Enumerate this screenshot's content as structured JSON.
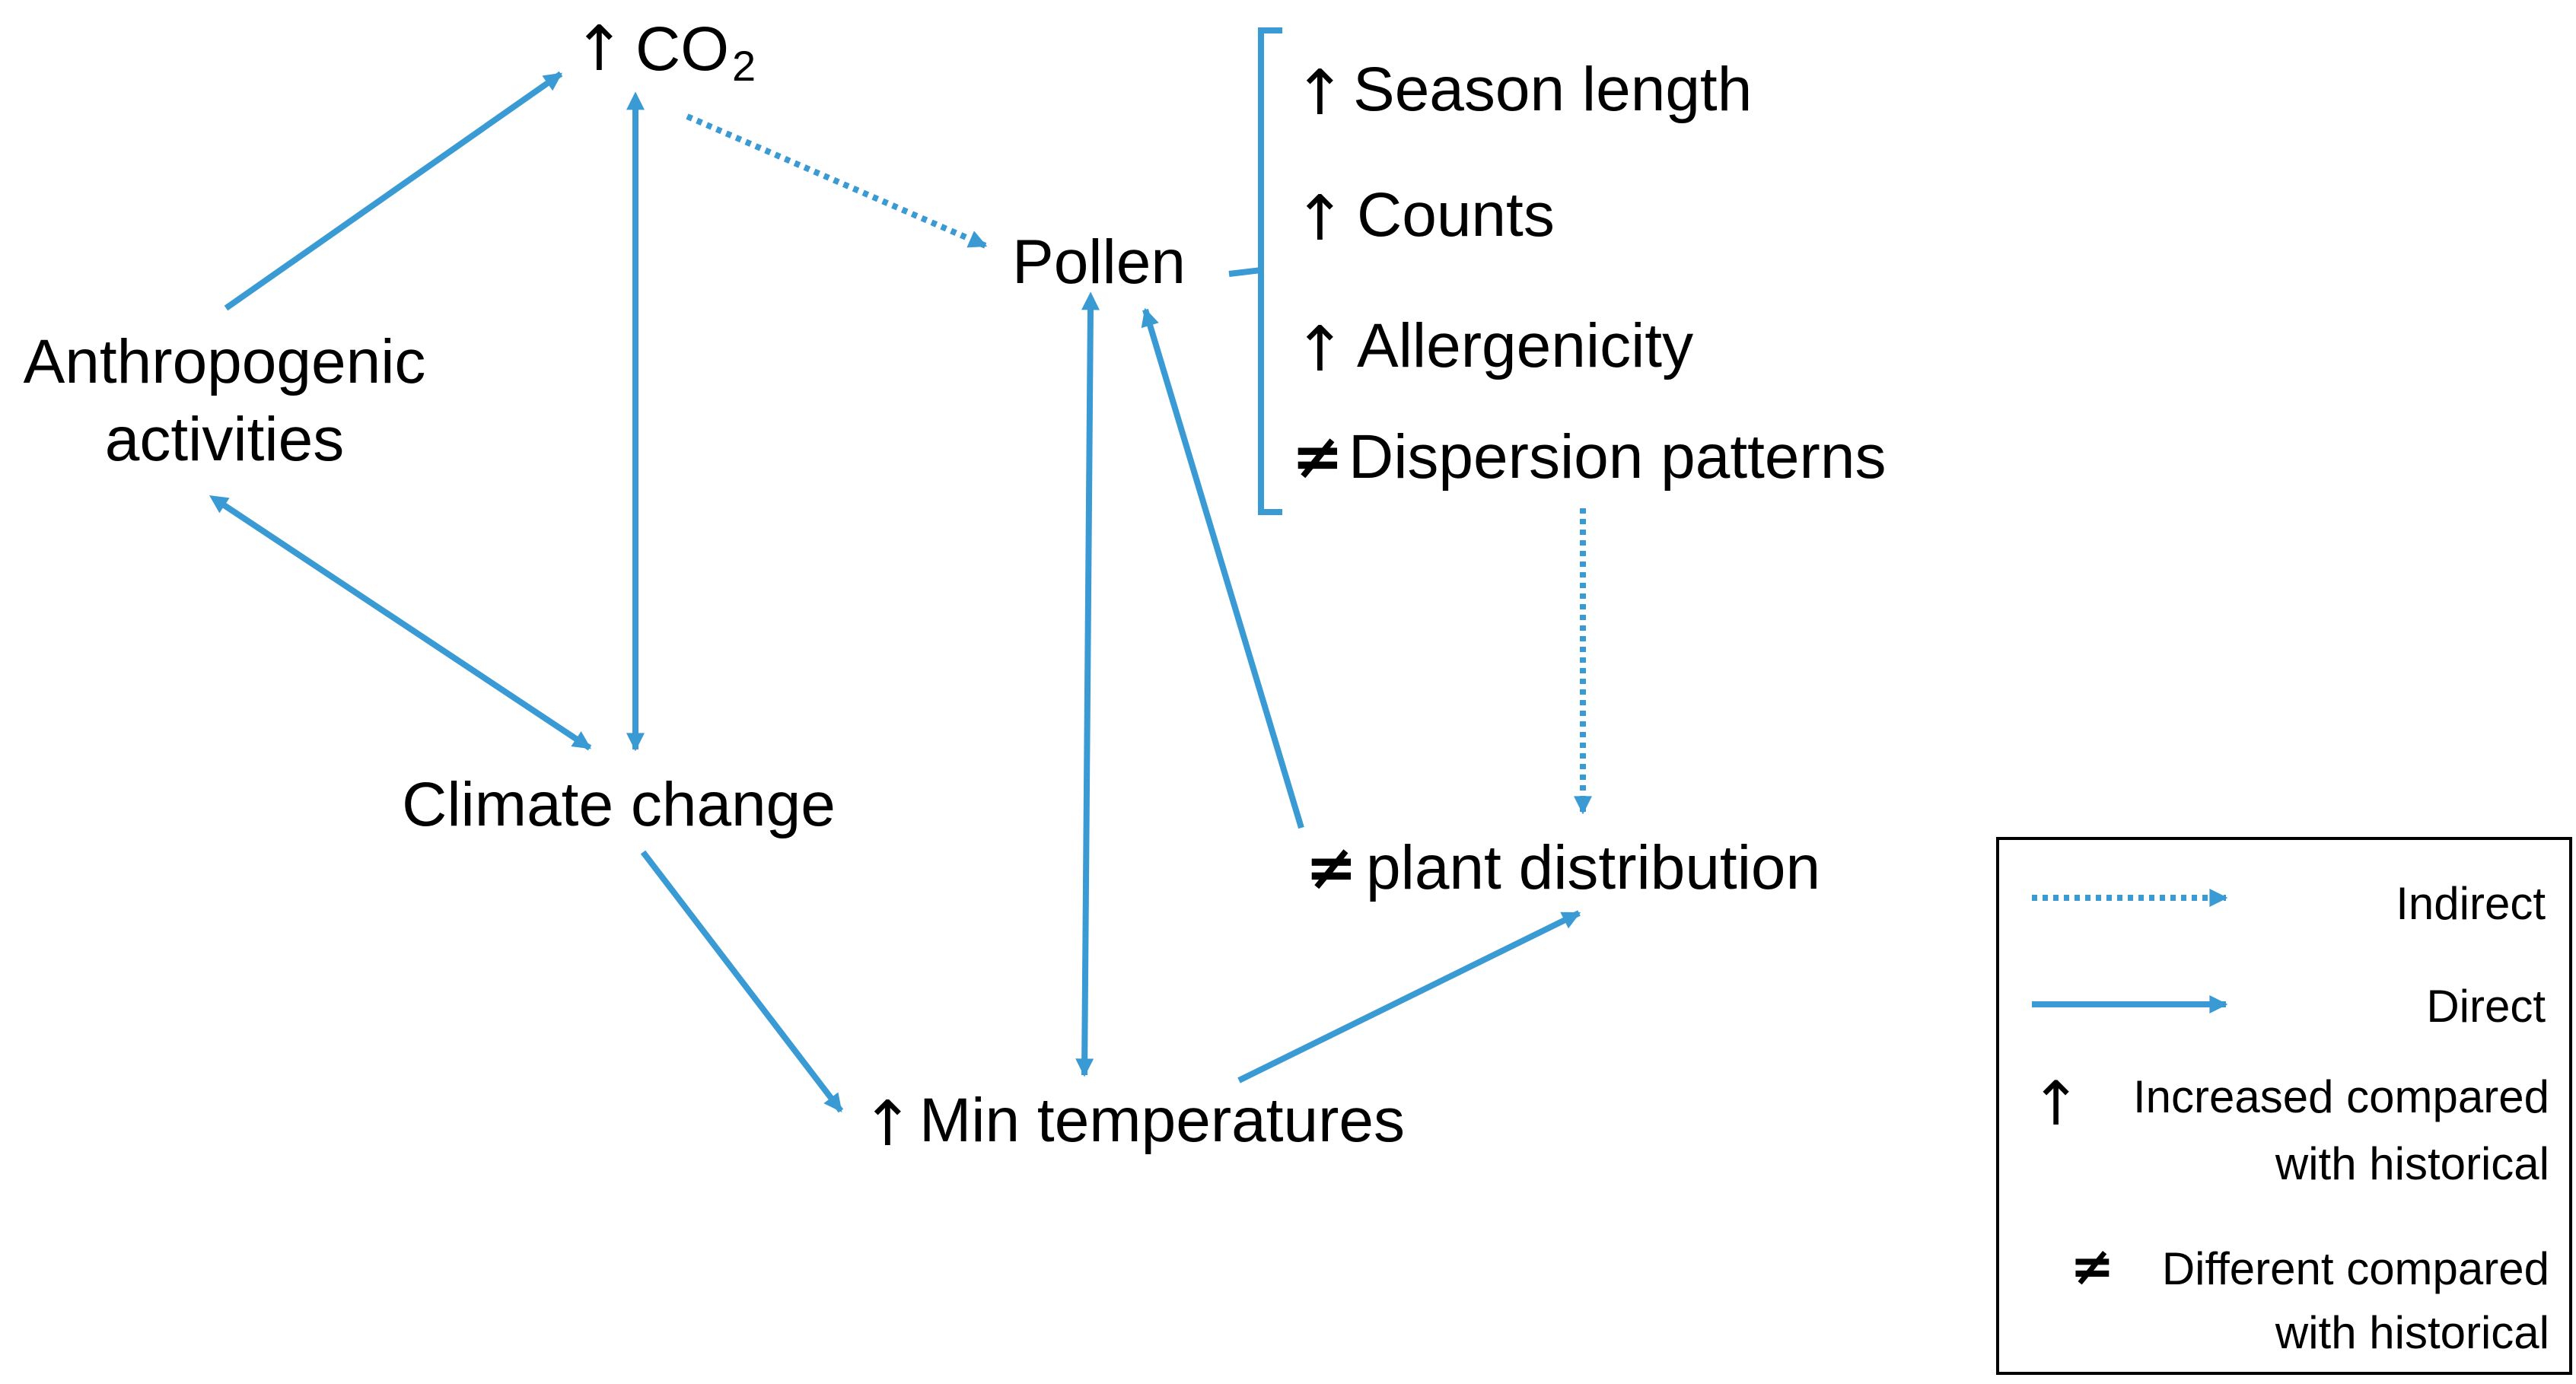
{
  "colors": {
    "arrow": "#3a9ad4",
    "text": "#000000",
    "legend_border": "#000000"
  },
  "symbols": {
    "increase": "↑",
    "different": "≠"
  },
  "nodes": {
    "co2": {
      "label": "CO",
      "subscript": "2"
    },
    "anthropogenic": {
      "line1": "Anthropogenic",
      "line2": "activities"
    },
    "climate_change": {
      "label": "Climate change"
    },
    "min_temperatures": {
      "label": "Min temperatures"
    },
    "pollen": {
      "label": "Pollen"
    },
    "plant_distribution": {
      "label": "plant distribution"
    }
  },
  "pollen_effects": {
    "season_length": "Season length",
    "counts": "Counts",
    "allergenicity": "Allergenicity",
    "dispersion_patterns": "Dispersion patterns"
  },
  "legend": {
    "indirect": "Indirect",
    "direct": "Direct",
    "increased_line1": "Increased compared",
    "increased_line2": "with historical",
    "different_line1": "Different compared",
    "different_line2": "with historical"
  }
}
